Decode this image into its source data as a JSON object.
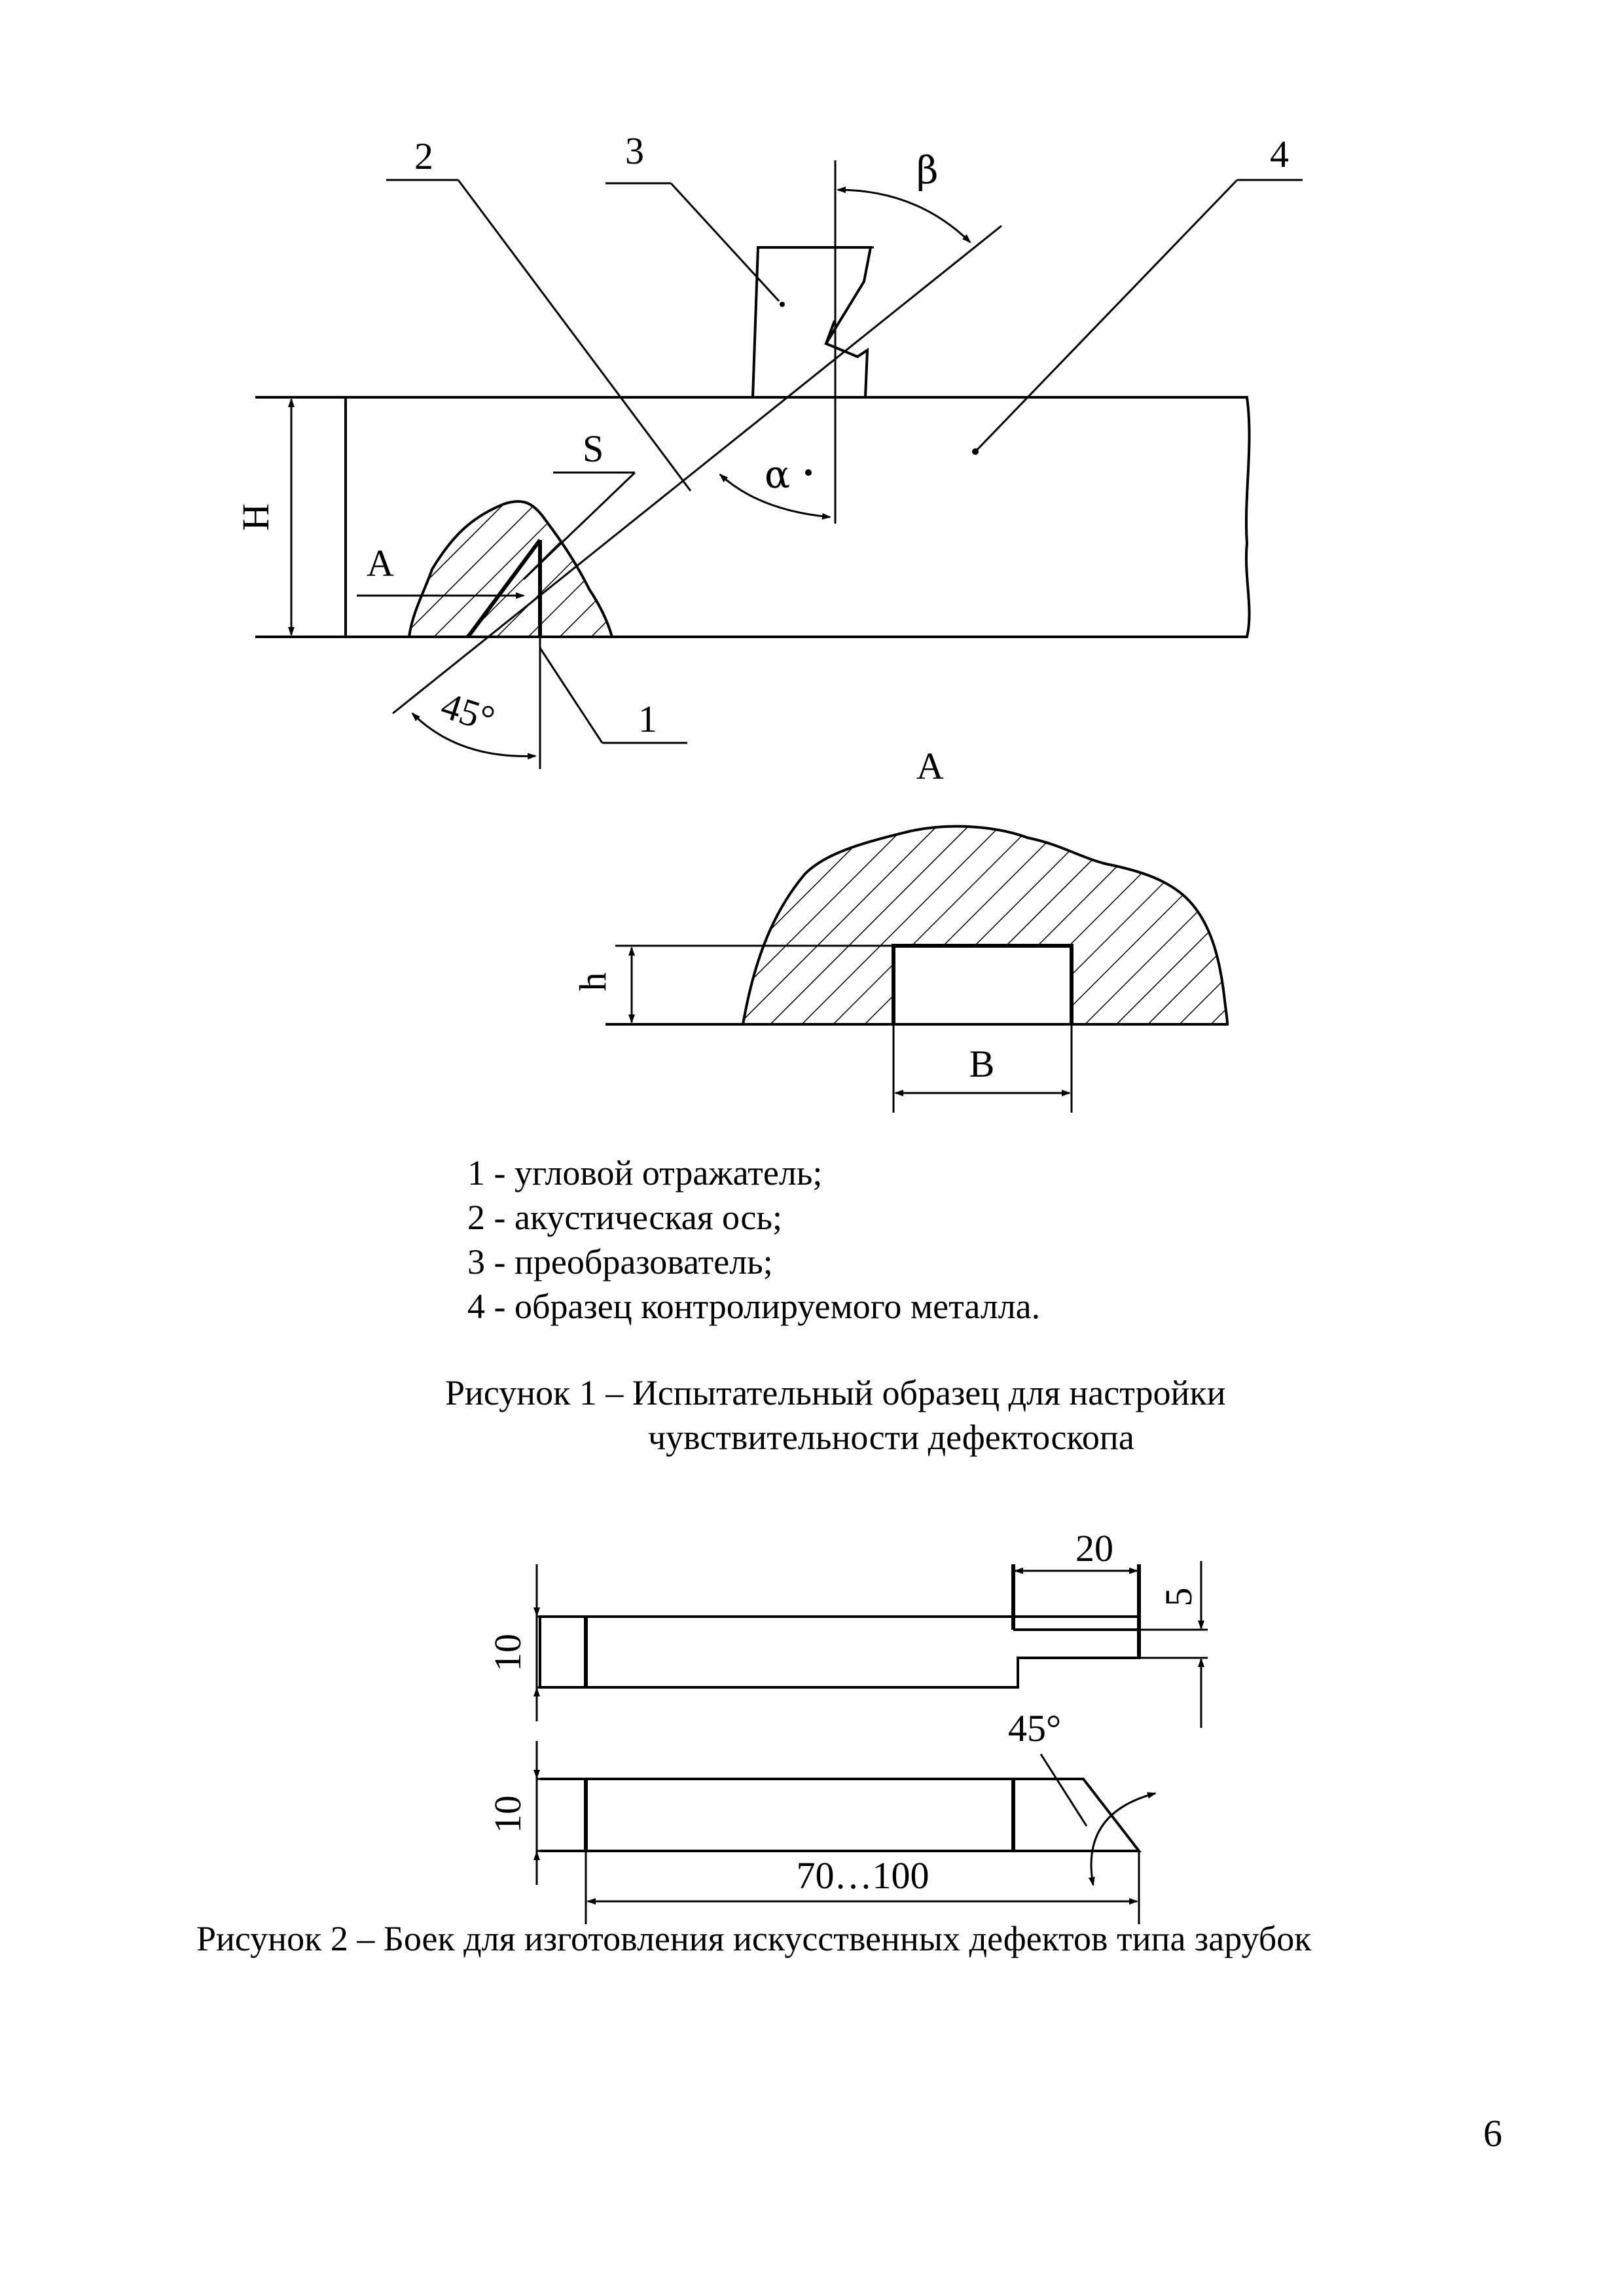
{
  "figure1": {
    "labels": {
      "callout_1": "1",
      "callout_2": "2",
      "callout_3": "3",
      "callout_4": "4",
      "thickness": "H",
      "detail_ref": "A",
      "detail_title": "A",
      "distance": "S",
      "alpha": "α",
      "beta": "β",
      "angle": "45°",
      "notch_height": "h",
      "notch_width": "B"
    },
    "legend": [
      "1 - угловой отражатель;",
      "2 - акустическая ось;",
      "3 - преобразователь;",
      "4 - образец контролируемого металла."
    ],
    "caption_line1": "Рисунок 1 – Испытательный образец для настройки",
    "caption_line2": "чувствительности  дефектоскопа"
  },
  "figure2": {
    "dims": {
      "top_height": "10",
      "bottom_height": "10",
      "tip_length": "20",
      "tip_height": "5",
      "tip_angle": "45°",
      "total_length": "70…100"
    },
    "caption": "Рисунок 2 – Боек для изготовления искусственных дефектов типа зарубок"
  },
  "page_number": "6"
}
